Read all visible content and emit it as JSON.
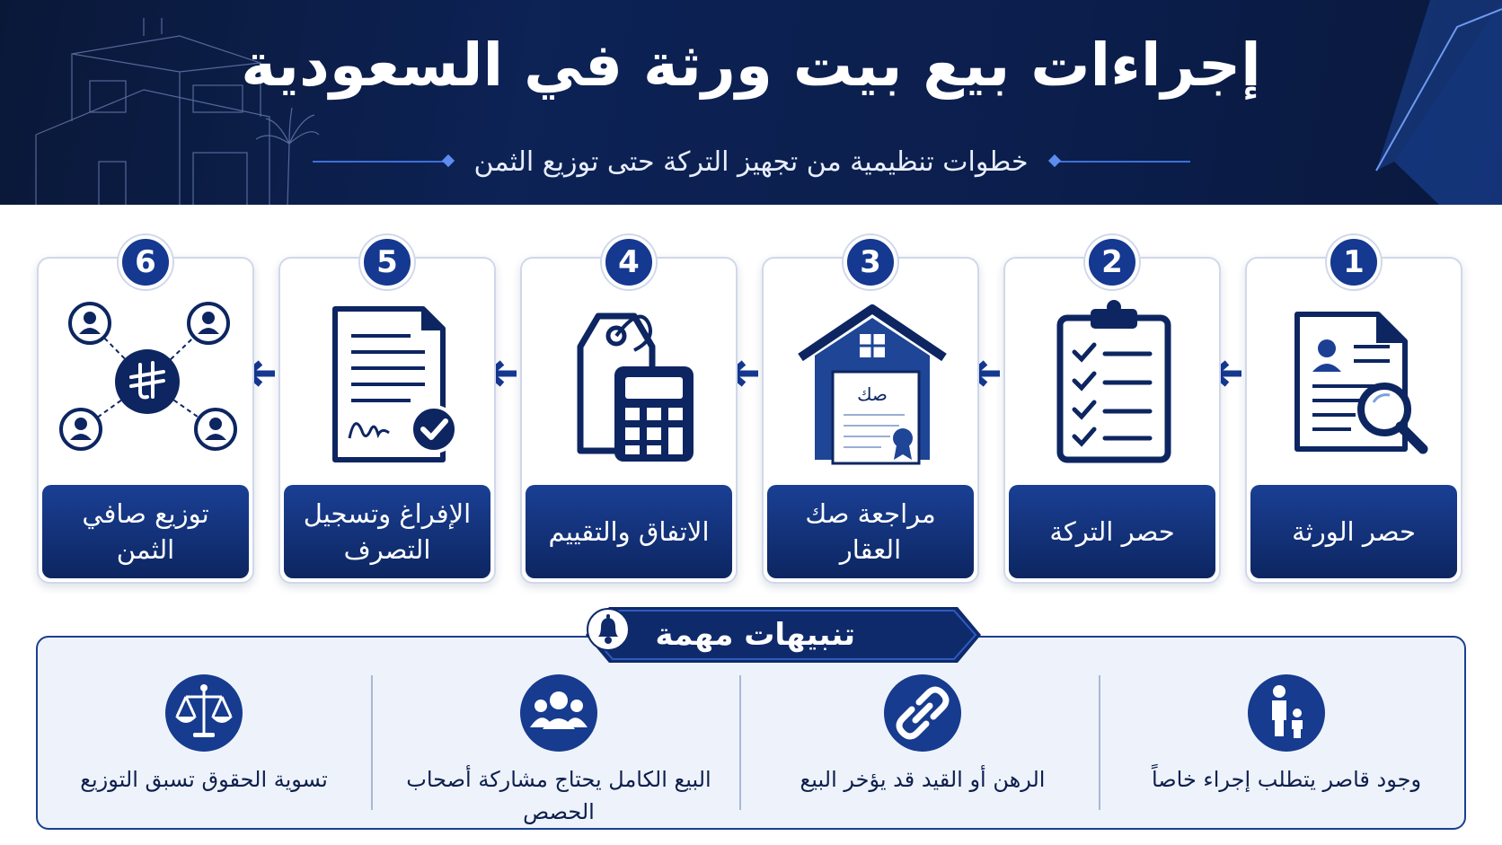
{
  "header": {
    "title": "إجراءات بيع بيت ورثة في السعودية",
    "subtitle": "خطوات تنظيمية من تجهيز التركة حتى توزيع الثمن"
  },
  "steps": [
    {
      "number": "1",
      "label": "حصر الورثة",
      "icon": "document-search-icon"
    },
    {
      "number": "2",
      "label": "حصر التركة",
      "icon": "clipboard-checklist-icon"
    },
    {
      "number": "3",
      "label": "مراجعة صك العقار",
      "icon": "house-deed-icon",
      "deed_text": "صك"
    },
    {
      "number": "4",
      "label": "الاتفاق والتقييم",
      "icon": "price-tag-calculator-icon"
    },
    {
      "number": "5",
      "label": "الإفراغ وتسجيل التصرف",
      "icon": "signed-document-check-icon"
    },
    {
      "number": "6",
      "label": "توزيع صافي الثمن",
      "icon": "riyal-distribution-icon"
    }
  ],
  "alerts": {
    "title": "تنبيهات مهمة",
    "icon": "bell-icon",
    "items": [
      {
        "text": "وجود قاصر يتطلب إجراء خاصاً",
        "icon": "parent-child-icon"
      },
      {
        "text": "الرهن أو القيد قد يؤخر البيع",
        "icon": "chain-link-icon"
      },
      {
        "text": "البيع الكامل يحتاج مشاركة أصحاب الحصص",
        "icon": "group-people-icon"
      },
      {
        "text": "تسوية الحقوق تسبق التوزيع",
        "icon": "scales-icon"
      }
    ]
  },
  "colors": {
    "navy": "#0d2661",
    "blue": "#153891",
    "accent": "#3d6fd6",
    "card_border": "#d0d8ea",
    "alerts_bg": "#eef3fb"
  }
}
